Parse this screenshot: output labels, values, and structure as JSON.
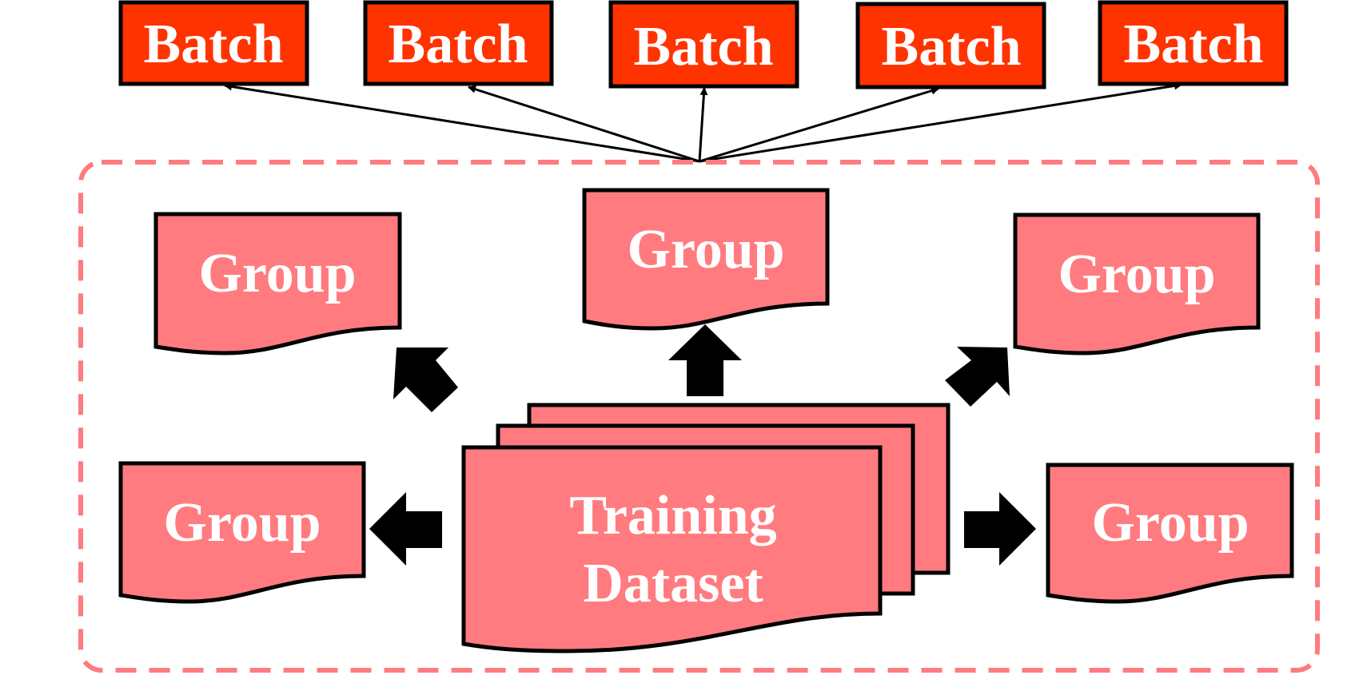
{
  "colors": {
    "batch_fill": "#ff3300",
    "group_fill": "#ff7b7f",
    "container_border": "#ff7b7f",
    "stroke": "#000000",
    "text": "#ffffff"
  },
  "batches": [
    {
      "label": "Batch"
    },
    {
      "label": "Batch"
    },
    {
      "label": "Batch"
    },
    {
      "label": "Batch"
    },
    {
      "label": "Batch"
    }
  ],
  "groups": [
    {
      "label": "Group"
    },
    {
      "label": "Group"
    },
    {
      "label": "Group"
    },
    {
      "label": "Group"
    },
    {
      "label": "Group"
    }
  ],
  "dataset": {
    "line1": "Training",
    "line2": "Dataset"
  }
}
